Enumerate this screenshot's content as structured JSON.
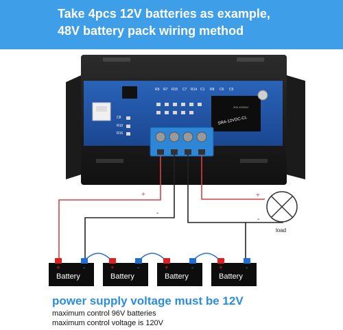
{
  "header": {
    "line1": "Take 4pcs 12V batteries as example,",
    "line2": "48V battery pack wiring method"
  },
  "board": {
    "relay_text1": "SRA-12VDC-CL",
    "relay_text2": "20A 125VAC",
    "chip_labels": [
      "R9",
      "R7",
      "R15",
      "C7",
      "R14",
      "C1",
      "R8",
      "C6",
      "C5"
    ],
    "left_labels": [
      "C8",
      "R10",
      "R16"
    ]
  },
  "wires": {
    "plus": "+",
    "minus": "-"
  },
  "load_label": "load",
  "batteries": [
    {
      "label": "Battery",
      "plus": "+",
      "minus": "-"
    },
    {
      "label": "Battery",
      "plus": "+",
      "minus": "-"
    },
    {
      "label": "Battery",
      "plus": "+",
      "minus": "-"
    },
    {
      "label": "Battery",
      "plus": "+",
      "minus": "-"
    }
  ],
  "notes": {
    "main": "power supply voltage must be 12V",
    "line1": "maximum control 96V batteries",
    "line2": "maximum control voltage is 120V"
  },
  "colors": {
    "banner": "#3e9ee8",
    "accent_blue": "#2a8de0",
    "wire_red": "#d94040",
    "wire_dark": "#222222",
    "battery_plus": "#e02020",
    "battery_minus": "#1e6fd6"
  }
}
